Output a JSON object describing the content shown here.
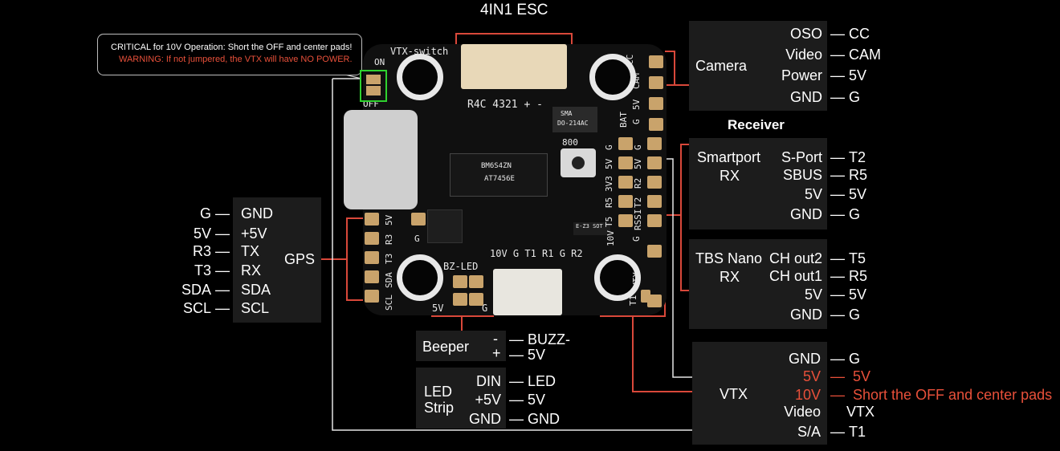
{
  "title": "4IN1 ESC",
  "callout": {
    "line1": "CRITICAL for 10V Operation: Short the OFF and center pads!",
    "line2": "WARNING: If not jumpered, the VTX will have NO POWER."
  },
  "board": {
    "vtx_switch": "VTX-switch",
    "on": "ON",
    "off": "OFF",
    "esc_header": "R4C 4321 + -",
    "diode_label1": "SMA",
    "diode_label2": "DO-214AC",
    "cam_pads": [
      "CC",
      "CAM",
      "5V"
    ],
    "bat_pads": [
      "G",
      "BAT"
    ],
    "rx_col1": [
      "G",
      "5V",
      "3V3",
      "R5",
      "T5"
    ],
    "rx_col2": [
      "G",
      "5V",
      "R2",
      "T2",
      "RSSI"
    ],
    "vtx_col1": [
      "10V",
      "T1"
    ],
    "vtx_col2": [
      "G",
      "VTX"
    ],
    "gps_pads": [
      "G",
      "5V",
      "R3",
      "T3",
      "SDA",
      "SCL"
    ],
    "button_label": "800",
    "chip_text1": "AT7456E",
    "chip_text2": "BM6S4ZN",
    "sot_label": "E-Z3 SOT",
    "bottom_row": "10V G T1 R1 G R2",
    "bz_led": "BZ-LED",
    "bz_5v": "5V",
    "bz_g": "G"
  },
  "camera": {
    "name": "Camera",
    "pins": [
      "OSO",
      "Video",
      "Power",
      "GND"
    ],
    "targets": [
      "CC",
      "CAM",
      "5V",
      "G"
    ]
  },
  "receiver": {
    "heading": "Receiver",
    "smartport": {
      "name_line1": "Smartport",
      "name_line2": "RX",
      "pins": [
        "S-Port",
        "SBUS",
        "5V",
        "GND"
      ],
      "targets": [
        "T2",
        "R5",
        "5V",
        "G"
      ]
    },
    "tbs": {
      "name_line1": "TBS Nano",
      "name_line2": "RX",
      "pins": [
        "CH out2",
        "CH out1",
        "5V",
        "GND"
      ],
      "targets": [
        "T5",
        "R5",
        "5V",
        "G"
      ]
    }
  },
  "gps": {
    "name": "GPS",
    "pins": [
      "GND",
      "+5V",
      "TX",
      "RX",
      "SDA",
      "SCL"
    ],
    "targets": [
      "G",
      "5V",
      "R3",
      "T3",
      "SDA",
      "SCL"
    ]
  },
  "beeper": {
    "name": "Beeper",
    "pins": [
      "-",
      "+"
    ],
    "targets": [
      "BUZZ-",
      "5V"
    ]
  },
  "led_strip": {
    "name_line1": "LED",
    "name_line2": "Strip",
    "pins": [
      "DIN",
      "+5V",
      "GND"
    ],
    "targets": [
      "LED",
      "5V",
      "GND"
    ]
  },
  "vtx": {
    "name": "VTX",
    "pins": [
      "GND",
      "5V",
      "10V",
      "Video",
      "S/A"
    ],
    "targets": [
      "G",
      "5V",
      "Short the OFF and center pads",
      "VTX",
      "T1"
    ]
  },
  "colors": {
    "accent_red": "#e8503a",
    "panel_bg": "#1c1c1c",
    "pad_gold": "#c9a36b",
    "jumper_green": "#2fd12f"
  }
}
